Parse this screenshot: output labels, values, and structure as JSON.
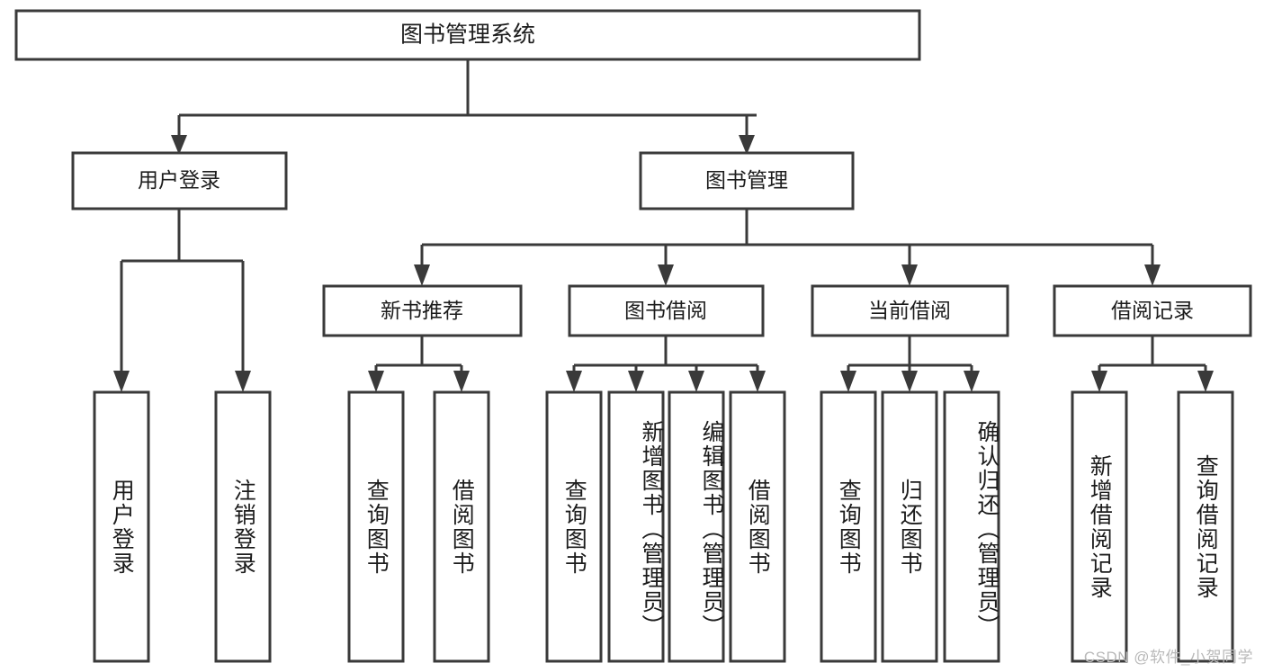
{
  "diagram": {
    "type": "tree",
    "title": "图书管理系统",
    "orientation": "top-down",
    "colors": {
      "node_fill": "#ffffff",
      "node_stroke": "#3a3a3a",
      "text": "#1c1c1c",
      "watermark": "#b9b9b9",
      "background": "#ffffff"
    },
    "root": {
      "label": "图书管理系统"
    },
    "level2": [
      {
        "label": "用户登录"
      },
      {
        "label": "图书管理"
      }
    ],
    "level3": [
      {
        "label": "新书推荐"
      },
      {
        "label": "图书借阅"
      },
      {
        "label": "当前借阅"
      },
      {
        "label": "借阅记录"
      }
    ],
    "leaves": {
      "user_login": [
        {
          "label": "用户登录"
        },
        {
          "label": "注销登录"
        }
      ],
      "new_book_recommend": [
        {
          "label": "查询图书"
        },
        {
          "label": "借阅图书"
        }
      ],
      "book_borrow": [
        {
          "label": "查询图书"
        },
        {
          "label": "新增图书（管理员）"
        },
        {
          "label": "编辑图书（管理员）"
        },
        {
          "label": "借阅图书"
        }
      ],
      "current_borrow": [
        {
          "label": "查询图书"
        },
        {
          "label": "归还图书"
        },
        {
          "label": "确认归还（管理员）"
        }
      ],
      "borrow_record": [
        {
          "label": "新增借阅记录"
        },
        {
          "label": "查询借阅记录"
        }
      ]
    }
  },
  "watermark": {
    "text": "CSDN @软件_小贺同学"
  }
}
